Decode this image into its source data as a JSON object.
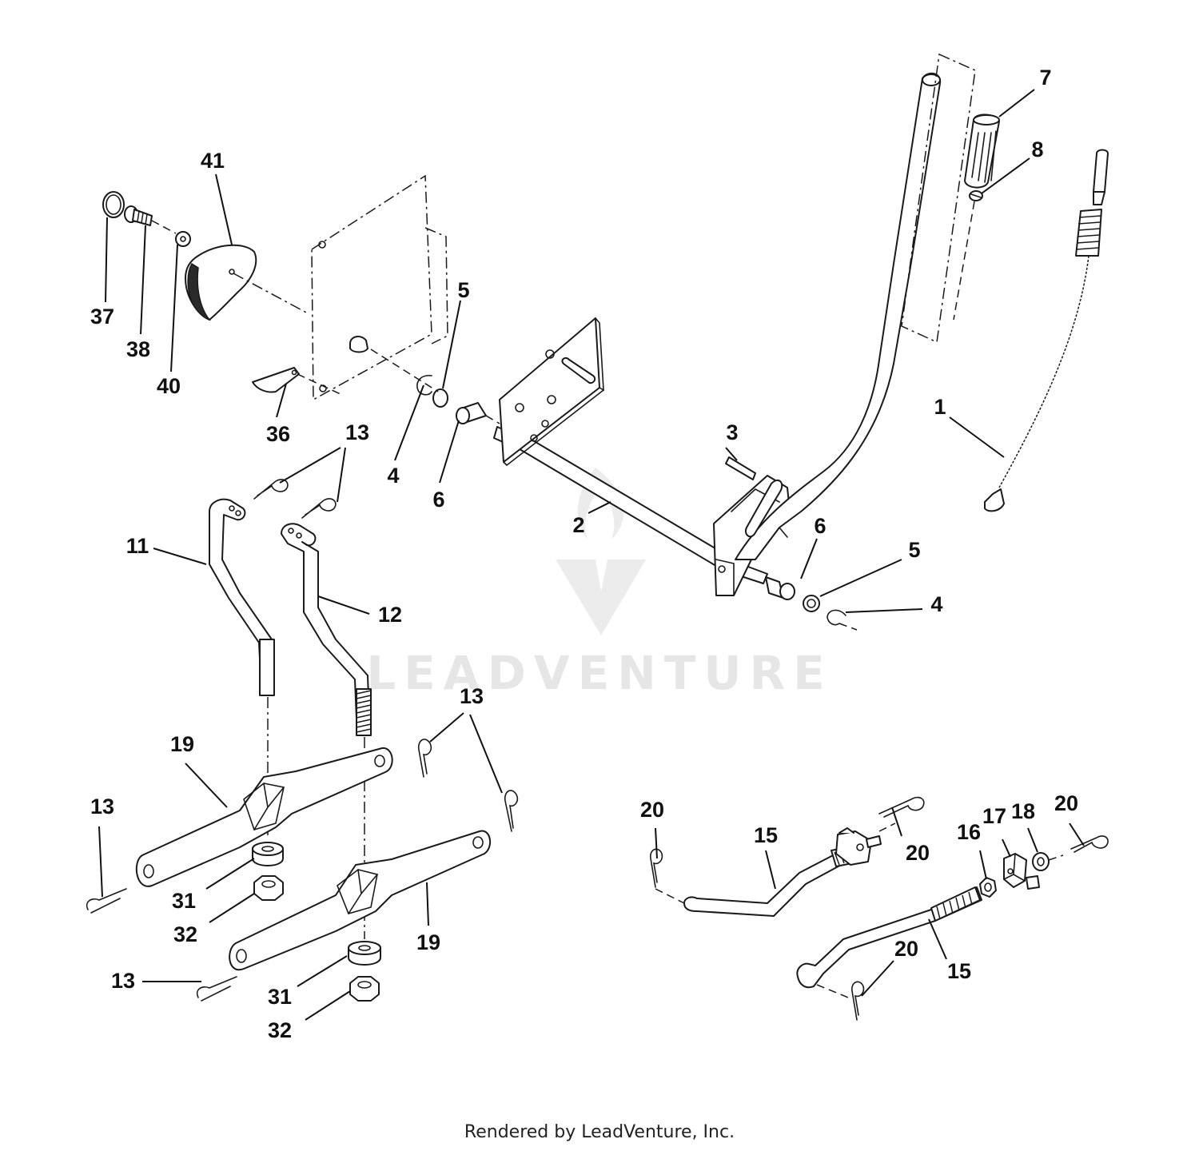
{
  "watermark": {
    "text": "LEADVENTURE"
  },
  "footer": {
    "text": "Rendered by LeadVenture, Inc."
  },
  "callouts": {
    "c1": "1",
    "c2": "2",
    "c3": "3",
    "c4a": "4",
    "c4b": "4",
    "c5a": "5",
    "c5b": "5",
    "c6a": "6",
    "c6b": "6",
    "c7": "7",
    "c8": "8",
    "c11": "11",
    "c12": "12",
    "c13a": "13",
    "c13b": "13",
    "c13c": "13",
    "c13d": "13",
    "c15a": "15",
    "c15b": "15",
    "c16": "16",
    "c17": "17",
    "c18": "18",
    "c19a": "19",
    "c19b": "19",
    "c20a": "20",
    "c20b": "20",
    "c20c": "20",
    "c20d": "20",
    "c31a": "31",
    "c31b": "31",
    "c32a": "32",
    "c32b": "32",
    "c36": "36",
    "c37": "37",
    "c38": "38",
    "c40": "40",
    "c41": "41"
  }
}
